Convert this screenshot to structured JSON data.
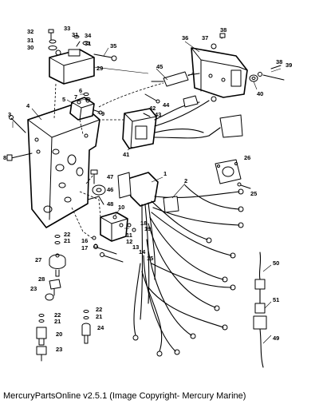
{
  "caption": "MercuryPartsOnline v2.5.1 (Image Copyright- Mercury Marine)",
  "callouts": [
    {
      "id": "c1",
      "label": "1"
    },
    {
      "id": "c2",
      "label": "2"
    },
    {
      "id": "c3",
      "label": "3"
    },
    {
      "id": "c4",
      "label": "4"
    },
    {
      "id": "c5",
      "label": "5"
    },
    {
      "id": "c6",
      "label": "6"
    },
    {
      "id": "c7",
      "label": "7"
    },
    {
      "id": "c8",
      "label": "8"
    },
    {
      "id": "c9",
      "label": "9"
    },
    {
      "id": "c10",
      "label": "10"
    },
    {
      "id": "c11",
      "label": "11"
    },
    {
      "id": "c12",
      "label": "12"
    },
    {
      "id": "c13",
      "label": "13"
    },
    {
      "id": "c14",
      "label": "14"
    },
    {
      "id": "c15",
      "label": "15"
    },
    {
      "id": "c16",
      "label": "16"
    },
    {
      "id": "c17",
      "label": "17"
    },
    {
      "id": "c18",
      "label": "18"
    },
    {
      "id": "c19",
      "label": "19"
    },
    {
      "id": "c20",
      "label": "20"
    },
    {
      "id": "c21a",
      "label": "21"
    },
    {
      "id": "c21b",
      "label": "21"
    },
    {
      "id": "c22a",
      "label": "22"
    },
    {
      "id": "c22b",
      "label": "22"
    },
    {
      "id": "c22c",
      "label": "22"
    },
    {
      "id": "c21c",
      "label": "21"
    },
    {
      "id": "c23a",
      "label": "23"
    },
    {
      "id": "c23b",
      "label": "23"
    },
    {
      "id": "c24",
      "label": "24"
    },
    {
      "id": "c25",
      "label": "25"
    },
    {
      "id": "c26",
      "label": "26"
    },
    {
      "id": "c27",
      "label": "27"
    },
    {
      "id": "c28",
      "label": "28"
    },
    {
      "id": "c29",
      "label": "29"
    },
    {
      "id": "c30",
      "label": "30"
    },
    {
      "id": "c31a",
      "label": "31"
    },
    {
      "id": "c31b",
      "label": "31"
    },
    {
      "id": "c31c",
      "label": "31"
    },
    {
      "id": "c32",
      "label": "32"
    },
    {
      "id": "c33",
      "label": "33"
    },
    {
      "id": "c34",
      "label": "34"
    },
    {
      "id": "c35",
      "label": "35"
    },
    {
      "id": "c36",
      "label": "36"
    },
    {
      "id": "c37",
      "label": "37"
    },
    {
      "id": "c38a",
      "label": "38"
    },
    {
      "id": "c38b",
      "label": "38"
    },
    {
      "id": "c39",
      "label": "39"
    },
    {
      "id": "c40",
      "label": "40"
    },
    {
      "id": "c41",
      "label": "41"
    },
    {
      "id": "c42",
      "label": "42"
    },
    {
      "id": "c43",
      "label": "43"
    },
    {
      "id": "c44",
      "label": "44"
    },
    {
      "id": "c45",
      "label": "45"
    },
    {
      "id": "c46",
      "label": "46"
    },
    {
      "id": "c47",
      "label": "47"
    },
    {
      "id": "c48",
      "label": "48"
    },
    {
      "id": "c49",
      "label": "49"
    },
    {
      "id": "c50",
      "label": "50"
    },
    {
      "id": "c51",
      "label": "51"
    }
  ]
}
